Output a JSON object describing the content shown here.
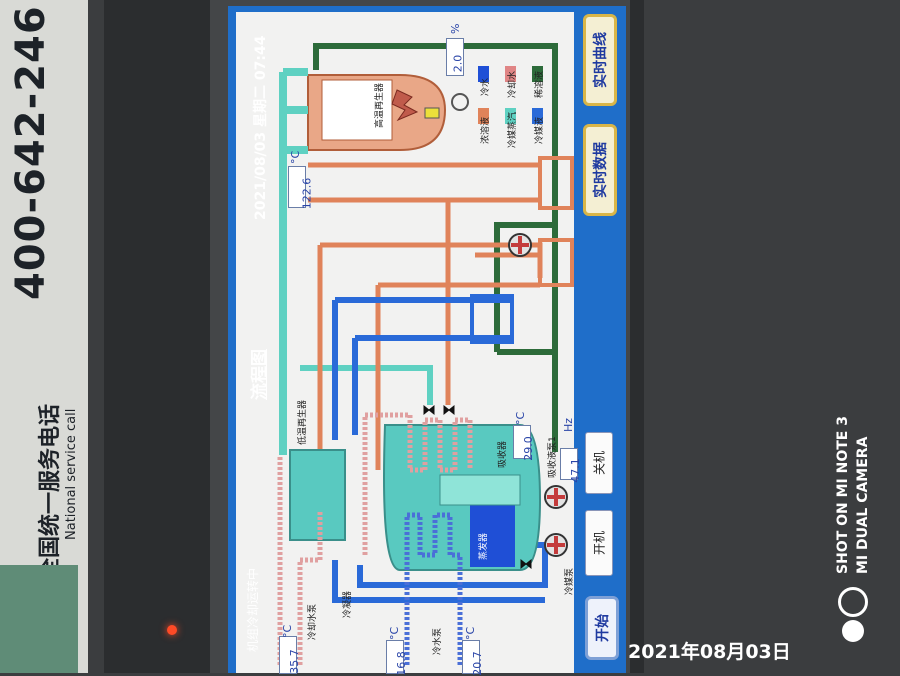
{
  "surroundings": {
    "phone_number": "400-642-246",
    "service_zh": "全国统一服务电话",
    "service_en": "National service call",
    "watermark_line1": "SHOT ON MI NOTE 3",
    "watermark_line2": "MI DUAL CAMERA",
    "date_stamp": "2021年08月03日"
  },
  "hmi": {
    "datetime": "2021/08/03 星期二 07:44",
    "title": "流程图",
    "status": "机组冷却运转中",
    "nav": {
      "realtime_data": "实时数据",
      "realtime_curve": "实时曲线"
    },
    "controls": {
      "start": "开始",
      "on": "开机",
      "off": "关机"
    },
    "readouts": {
      "opening_pct": "2.0",
      "opening_unit": "%",
      "hp_gen_temp": "122.6",
      "hp_gen_unit": "°C",
      "absorber_temp": "29.0",
      "absorber_unit": "°C",
      "pump_freq": "47.1",
      "pump_freq_unit": "Hz",
      "cool_water_temp": "35.7",
      "cool_water_unit": "°C",
      "chill_in_temp": "16.8",
      "chill_in_unit": "°C",
      "chill_out_temp": "20.7",
      "chill_out_unit": "°C"
    },
    "legend": [
      {
        "label": "冷水",
        "color": "#1f4fd6"
      },
      {
        "label": "冷却水",
        "color": "#e08585"
      },
      {
        "label": "稀溶液",
        "color": "#2d6b3a"
      },
      {
        "label": "浓溶液",
        "color": "#e0835a"
      },
      {
        "label": "冷媒蒸汽",
        "color": "#5fd1c2"
      },
      {
        "label": "冷媒液",
        "color": "#2a6ad8"
      }
    ],
    "components": {
      "hp_generator": "高温再生器",
      "lp_generator": "低温再生器",
      "absorber": "吸收器",
      "evaporator": "蒸发器",
      "condenser": "冷凝器",
      "absorb_pump": "吸收液泵1",
      "refrig_pump": "冷媒泵",
      "cooling_water_label": "冷却水泵",
      "chilled_water_label": "冷水泵"
    }
  }
}
